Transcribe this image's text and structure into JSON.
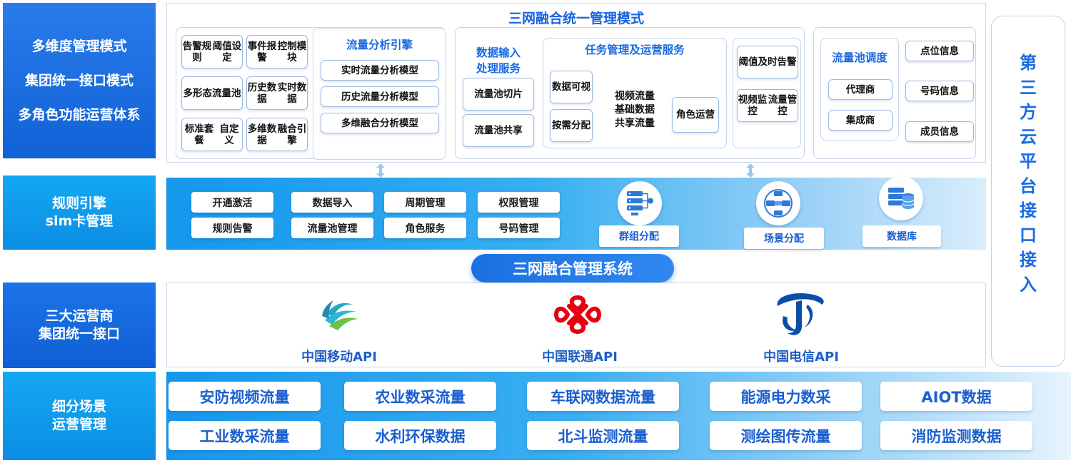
{
  "left": {
    "mgmt_lines": [
      "多维度管理模式",
      "集团统一接口模式",
      "多角色功能运营体系"
    ],
    "rule_lines": [
      "规则引擎",
      "sim卡管理"
    ],
    "carrier_lines": [
      "三大运营商",
      "集团统一接口"
    ],
    "scene_lines": [
      "细分场景",
      "运营管理"
    ]
  },
  "top": {
    "title": "三网融合统一管理模式",
    "g1": {
      "boxes": [
        [
          "告警规则",
          "阈值设定"
        ],
        [
          "事件报警",
          "控制模块"
        ],
        [
          "多形态",
          "流量池"
        ],
        [
          "历史数据",
          "实时数据"
        ],
        [
          "标准套餐",
          "自定义"
        ],
        [
          "多维数据",
          "融合引擎"
        ]
      ],
      "engine_title": "流量分析引擎",
      "engine_models": [
        "实时流量分析模型",
        "历史流量分析模型",
        "多维融合分析模型"
      ]
    },
    "g2": {
      "input_title": [
        "数据输入",
        "处理服务"
      ],
      "input_boxes": [
        [
          "流量池",
          "切片"
        ],
        [
          "流量池",
          "共享"
        ]
      ],
      "task_title": "任务管理及运营服务",
      "task_boxes": [
        [
          "数据",
          "可视"
        ],
        [
          "按需",
          "分配"
        ]
      ],
      "task_text": [
        "视频流量",
        "基础数据",
        "共享流量"
      ],
      "role_box": [
        "角色",
        "运营"
      ],
      "alert_boxes": [
        [
          "阈值",
          "及时告警"
        ],
        [
          "视频监控",
          "流量管控"
        ]
      ]
    },
    "g3": {
      "pool_title": "流量池调度",
      "pool_boxes": [
        "代理商",
        "集成商"
      ],
      "info_boxes": [
        "点位信息",
        "号码信息",
        "成员信息"
      ]
    }
  },
  "mid": {
    "pills_row1": [
      "开通激活",
      "数据导入",
      "周期管理",
      "权限管理"
    ],
    "pills_row2": [
      "规则告警",
      "流量池管理",
      "角色服务",
      "号码管理"
    ],
    "icons": [
      {
        "icon": "server-group-icon",
        "label": "群组分配"
      },
      {
        "icon": "scene-network-icon",
        "label": "场景分配"
      },
      {
        "icon": "database-icon",
        "label": "数据库"
      }
    ],
    "system_title": "三网融合管理系统"
  },
  "operators": [
    {
      "icon": "china-mobile-logo",
      "label": "中国移动API",
      "color": "#28a8c8"
    },
    {
      "icon": "china-unicom-logo",
      "label": "中国联通API",
      "color": "#e60012"
    },
    {
      "icon": "china-telecom-logo",
      "label": "中国电信API",
      "color": "#0a4fa6"
    }
  ],
  "scenes": {
    "row1": [
      "安防视频流量",
      "农业数采流量",
      "车联网数据流量",
      "能源电力数采",
      "AIOT数据"
    ],
    "row2": [
      "工业数采流量",
      "水利环保数据",
      "北斗监测流量",
      "测绘图传流量",
      "消防监测数据"
    ]
  },
  "right": {
    "chars": [
      "第",
      "三",
      "方",
      "云",
      "平",
      "台",
      "接",
      "口",
      "接",
      "入"
    ]
  },
  "colors": {
    "primary": "#1a6be3",
    "band": "#1597ec",
    "unicom": "#e60012",
    "telecom": "#0a4fa6"
  }
}
